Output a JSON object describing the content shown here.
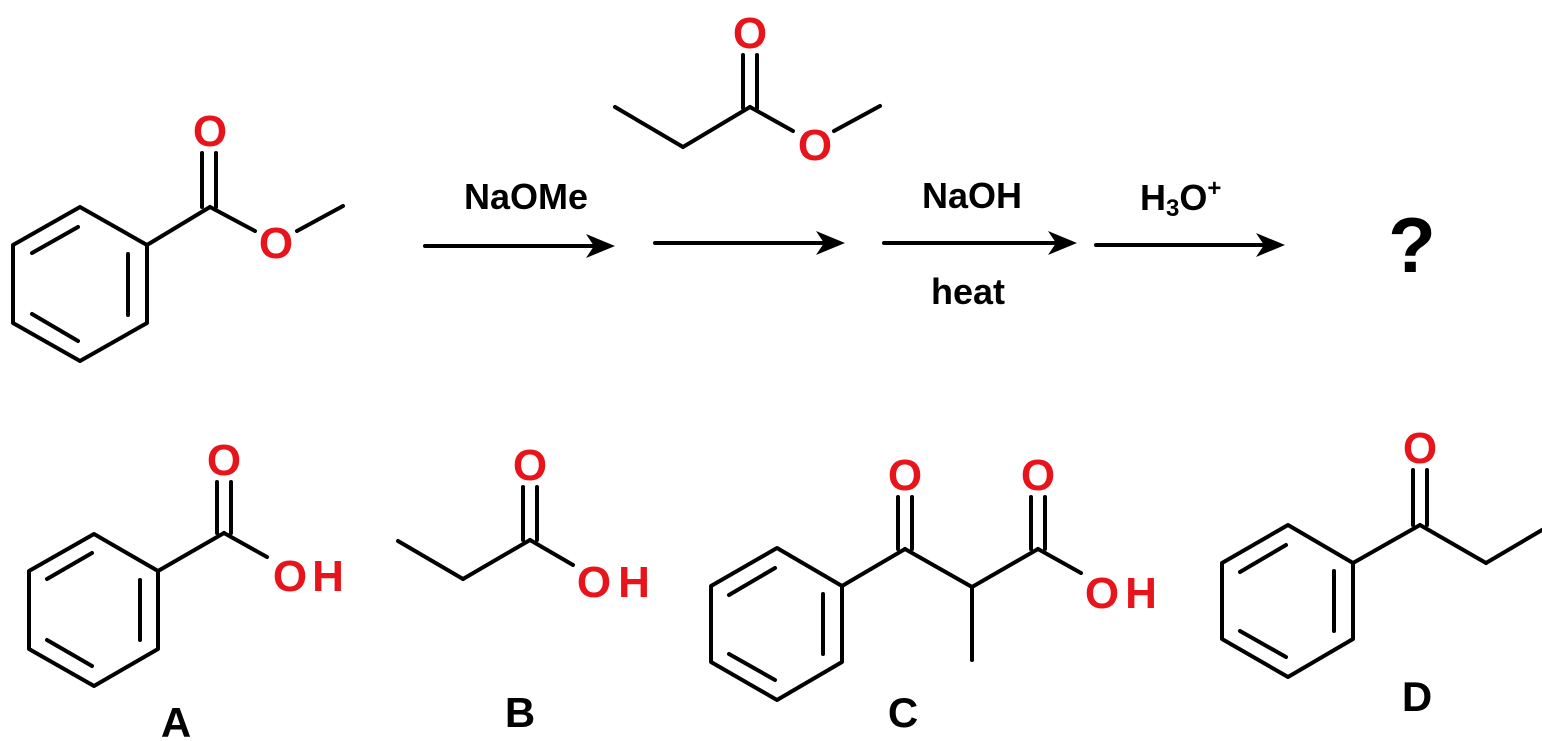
{
  "colors": {
    "heteroatom": "#e8141c",
    "bond": "#000000",
    "text": "#000000"
  },
  "reaction": {
    "reagent_1": "NaOMe",
    "reagent_2_top": "NaOH",
    "reagent_2_bottom": "heat",
    "reagent_3_main": "H",
    "reagent_3_sub": "3",
    "reagent_3_tail": "O",
    "reagent_3_sup": "+",
    "product": "?"
  },
  "atoms": {
    "oxygen": "O",
    "hydroxyl_o": "O",
    "hydroxyl_h": "H"
  },
  "choices": {
    "a": "A",
    "b": "B",
    "c": "C",
    "d": "D"
  }
}
